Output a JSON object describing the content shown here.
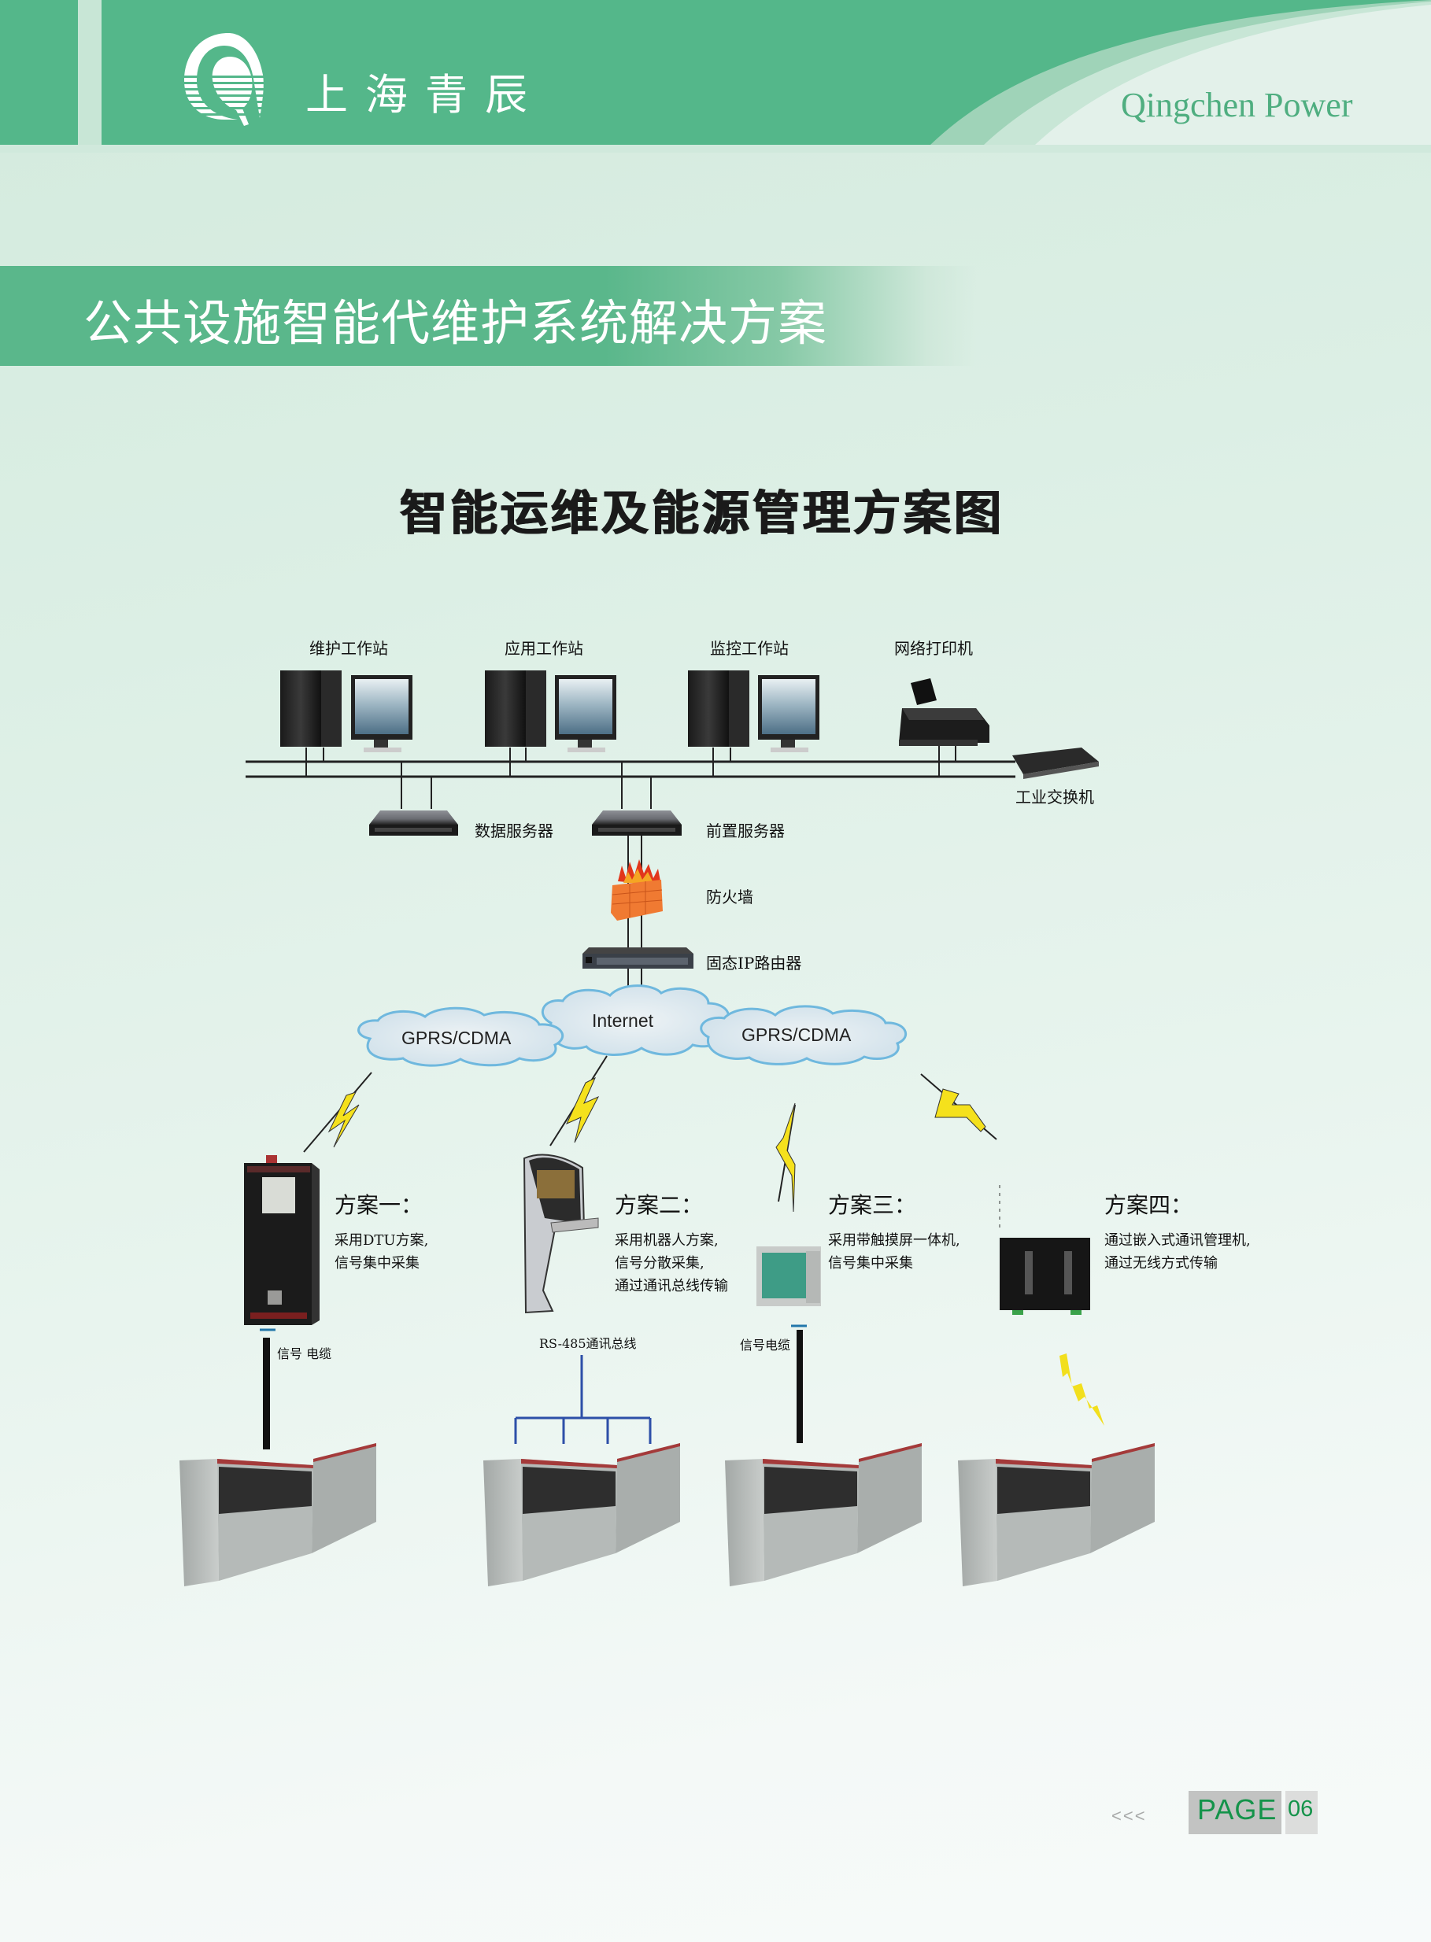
{
  "header": {
    "brand_cn": "上海青辰",
    "brand_en": "Qingchen Power",
    "logo": "qingchen-logo-icon"
  },
  "section_title": "公共设施智能代维护系统解决方案",
  "diagram": {
    "title": "智能运维及能源管理方案图",
    "workstations": [
      {
        "label": "维护工作站",
        "icon": "workstation-icon"
      },
      {
        "label": "应用工作站",
        "icon": "workstation-icon"
      },
      {
        "label": "监控工作站",
        "icon": "workstation-icon"
      },
      {
        "label": "网络打印机",
        "icon": "printer-icon"
      }
    ],
    "network": {
      "switch_label": "工业交换机",
      "data_server_label": "数据服务器",
      "front_server_label": "前置服务器",
      "firewall_label": "防火墙",
      "router_label": "固态IP路由器"
    },
    "clouds": {
      "left": "GPRS/CDMA",
      "center": "Internet",
      "right": "GPRS/CDMA"
    },
    "schemes": [
      {
        "title": "方案一：",
        "lines": [
          "采用DTU方案,",
          "信号集中采集"
        ],
        "device": "dtu-cabinet-icon"
      },
      {
        "title": "方案二：",
        "lines": [
          "采用机器人方案,",
          "信号分散采集,",
          "通过通讯总线传输"
        ],
        "device": "kiosk-robot-icon"
      },
      {
        "title": "方案三：",
        "lines": [
          "采用带触摸屏一体机,",
          "信号集中采集"
        ],
        "device": "touchscreen-unit-icon"
      },
      {
        "title": "方案四：",
        "lines": [
          "通过嵌入式通讯管理机,",
          "通过无线方式传输"
        ],
        "device": "comm-manager-icon"
      }
    ],
    "cable_labels": {
      "scheme1": "信号 电缆",
      "scheme2_bus": "RS-485通讯总线",
      "scheme3": "信号电缆"
    },
    "colors": {
      "bolt": "#f5e11c",
      "bus": "#2d4fa8",
      "cloud": "#dde8ee",
      "cloud_edge": "#6fb8de"
    }
  },
  "footer": {
    "prev": "<<<",
    "page_label": "PAGE",
    "page_number": "06"
  },
  "colors": {
    "brand_green": "#54b78a",
    "page_green": "#14934a"
  }
}
